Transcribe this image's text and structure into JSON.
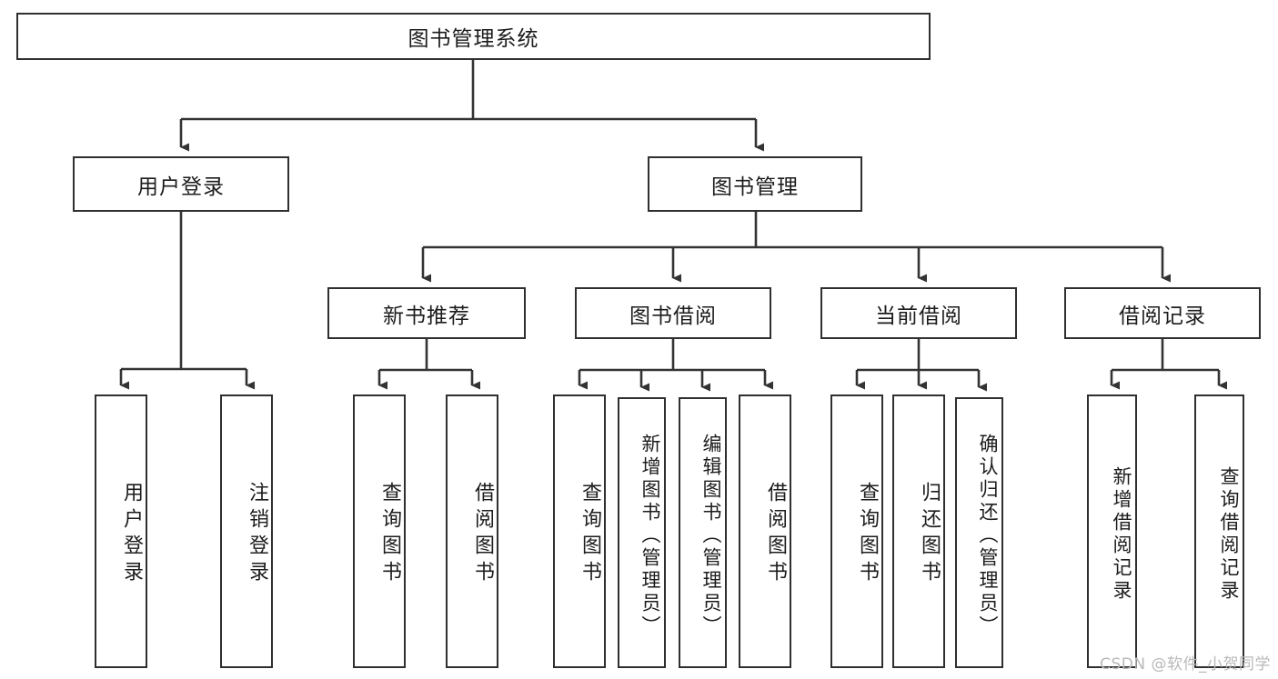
{
  "diagram": {
    "title": "图书管理系统",
    "type": "hierarchy-tree",
    "root": {
      "label": "图书管理系统"
    },
    "level1": [
      {
        "label": "用户登录"
      },
      {
        "label": "图书管理"
      }
    ],
    "level2": [
      {
        "label": "新书推荐"
      },
      {
        "label": "图书借阅"
      },
      {
        "label": "当前借阅"
      },
      {
        "label": "借阅记录"
      }
    ],
    "leaves": [
      {
        "label": "用户登录"
      },
      {
        "label": "注销登录"
      },
      {
        "label": "查询图书"
      },
      {
        "label": "借阅图书"
      },
      {
        "label": "查询图书"
      },
      {
        "label": "新增图书（管理员）"
      },
      {
        "label": "编辑图书（管理员）"
      },
      {
        "label": "借阅图书"
      },
      {
        "label": "查询图书"
      },
      {
        "label": "归还图书"
      },
      {
        "label": "确认归还（管理员）"
      },
      {
        "label": "新增借阅记录"
      },
      {
        "label": "查询借阅记录"
      }
    ],
    "colors": {
      "box_border": "#2f2f2f",
      "box_fill": "#ffffff",
      "connector": "#333333",
      "text": "#1c1c1c",
      "watermark": "#b9b9b9"
    }
  },
  "watermark": {
    "text": "CSDN @软件_小贺同学"
  }
}
